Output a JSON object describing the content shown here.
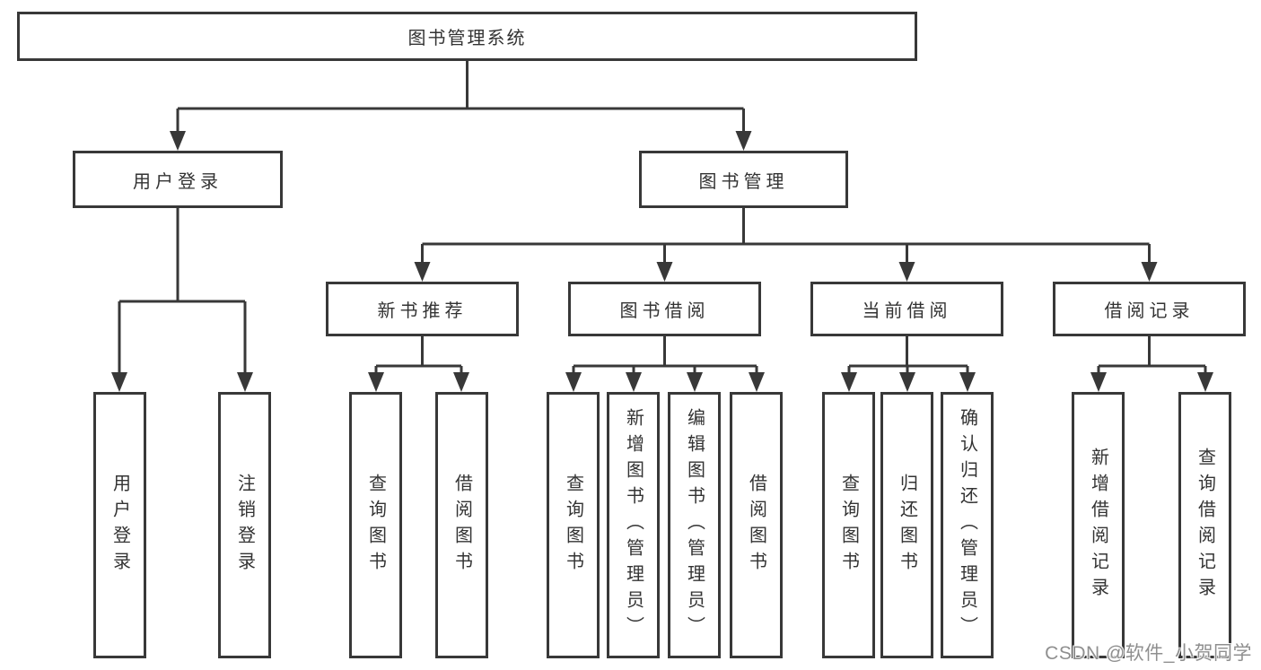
{
  "diagram": {
    "root": {
      "label": "图书管理系统"
    },
    "branches": {
      "login": {
        "label": "用户登录",
        "leaves": [
          {
            "label": "用户登录"
          },
          {
            "label": "注销登录"
          }
        ]
      },
      "management": {
        "label": "图书管理",
        "groups": [
          {
            "label": "新书推荐",
            "leaves": [
              {
                "label": "查询图书"
              },
              {
                "label": "借阅图书"
              }
            ]
          },
          {
            "label": "图书借阅",
            "leaves": [
              {
                "label": "查询图书"
              },
              {
                "label": "新增图书（管理员）"
              },
              {
                "label": "编辑图书（管理员）"
              },
              {
                "label": "借阅图书"
              }
            ]
          },
          {
            "label": "当前借阅",
            "leaves": [
              {
                "label": "查询图书"
              },
              {
                "label": "归还图书"
              },
              {
                "label": "确认归还（管理员）"
              }
            ]
          },
          {
            "label": "借阅记录",
            "leaves": [
              {
                "label": "新增借阅记录"
              },
              {
                "label": "查询借阅记录"
              }
            ]
          }
        ]
      }
    }
  },
  "watermark": {
    "text": "CSDN @软件_小贺同学"
  },
  "colors": {
    "line": "#383838",
    "text": "#333333",
    "background": "#ffffff",
    "watermark": "#8f8f8f"
  }
}
